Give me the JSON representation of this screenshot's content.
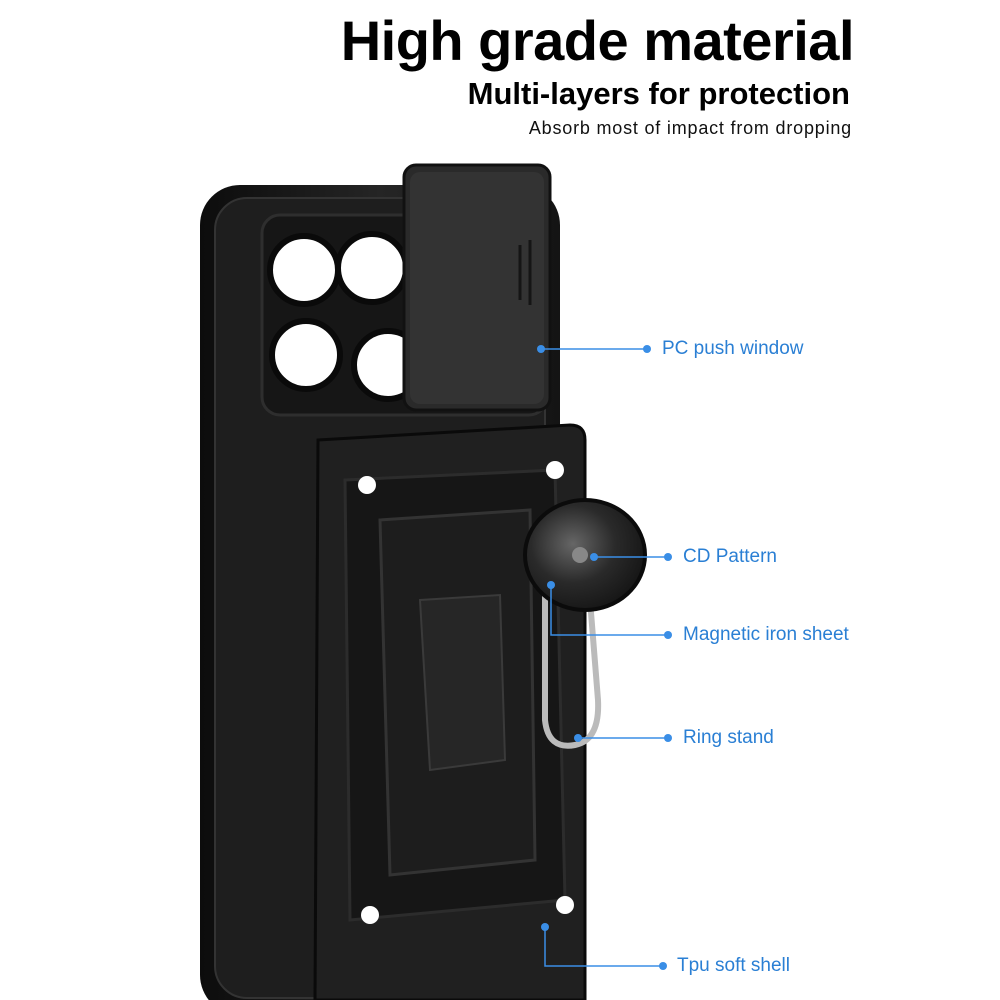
{
  "header": {
    "title": "High grade material",
    "subtitle": "Multi-layers for protection",
    "tagline": "Absorb most of impact from dropping"
  },
  "callouts": [
    {
      "label": "PC push window"
    },
    {
      "label": "CD Pattern"
    },
    {
      "label": "Magnetic iron sheet"
    },
    {
      "label": "Ring stand"
    },
    {
      "label": "Tpu soft shell"
    }
  ],
  "colors": {
    "accent": "#2a7fd4",
    "case": "#1c1c1c"
  }
}
